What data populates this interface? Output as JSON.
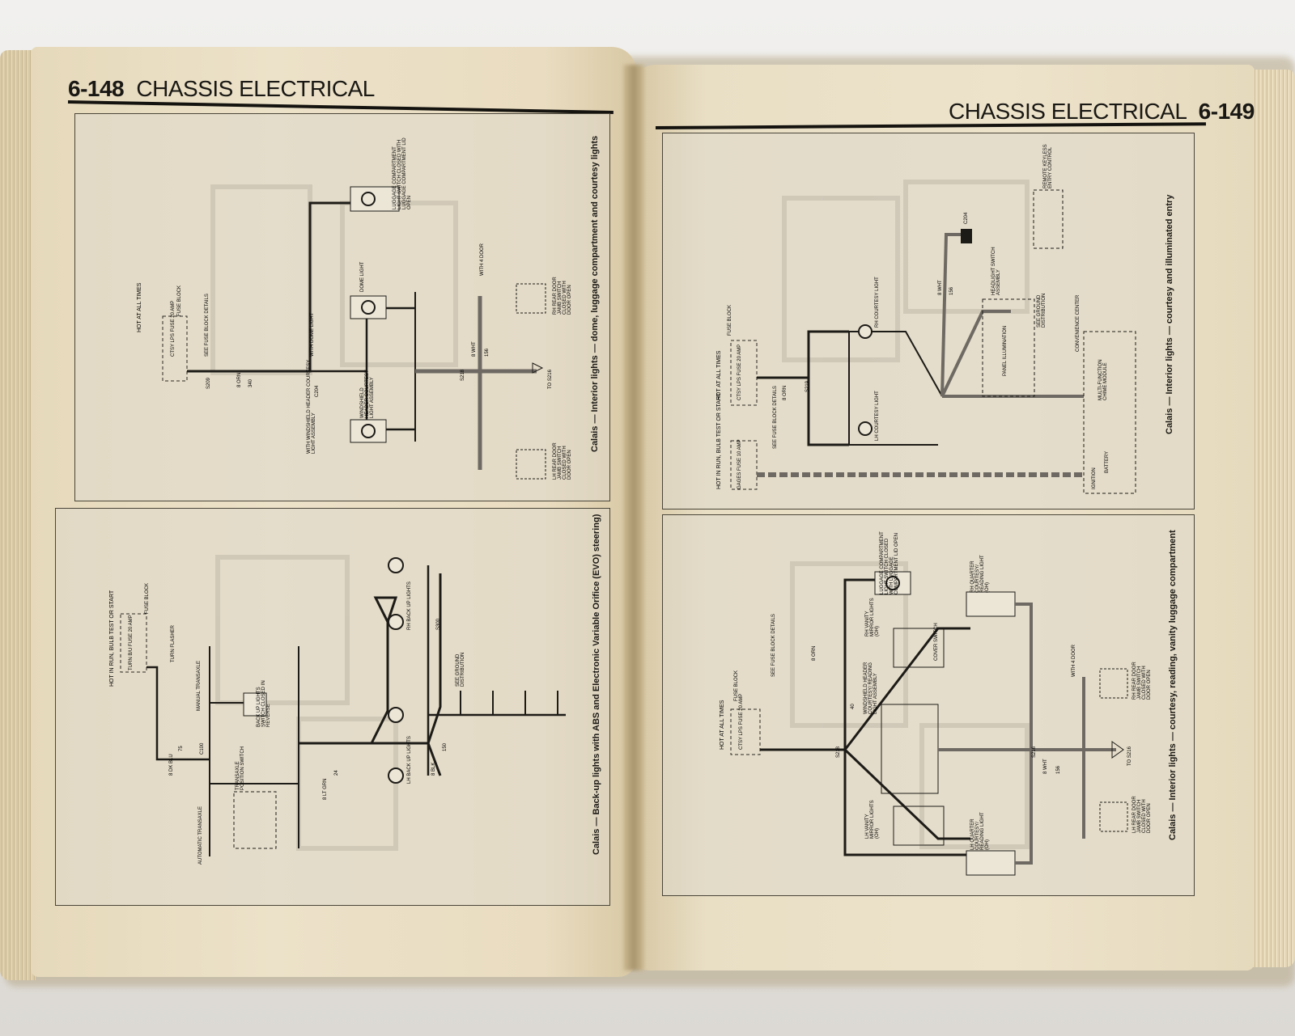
{
  "left_page": {
    "page_number": "6-148",
    "section_title": "CHASSIS ELECTRICAL",
    "diagrams": [
      {
        "caption": "Calais — Interior lights — dome, luggage compartment and courtesy lights",
        "labels": {
          "hot": "HOT AT ALL TIMES",
          "fuse_block": "FUSE BLOCK",
          "fuse": "CTSY LPS FUSE 20 AMP",
          "see_fuse": "SEE FUSE BLOCK DETAILS",
          "luggage": "LUGGAGE COMPARTMENT LIGHT SWITCH CLOSED WITH LUGGAGE COMPARTMENT LID OPEN",
          "dome": "DOME LIGHT",
          "with_dome": "WITH DOME LIGHT",
          "windshield": "WINDSHIELD HEADER COURTESY LIGHT ASSEMBLY",
          "with_windshield": "WITH WINDSHIELD HEADER COURTESY LIGHT ASSEMBLY",
          "rh_rear": "RH REAR DOOR JAMB SWITCH CLOSED WITH DOOR OPEN",
          "lh_rear": "LH REAR DOOR JAMB SWITCH CLOSED WITH DOOR OPEN",
          "with_4_door": "WITH 4 DOOR",
          "to_s216": "TO S216",
          "wire_8_orn": "8 ORN",
          "wire_340": "340",
          "wire_8_wht": "8 WHT",
          "wire_156": "156",
          "c204": "C204",
          "s209": "S209",
          "s218": "S218"
        }
      },
      {
        "caption": "Calais — Back-up lights with ABS and Electronic Variable Orifice (EVO) steering)",
        "labels": {
          "hot": "HOT IN RUN, BULB TEST OR START",
          "fuse_block": "FUSE BLOCK",
          "fuse": "TURN B/U FUSE 20 AMP",
          "turn_flasher": "TURN FLASHER",
          "manual": "MANUAL TRANSAXLE",
          "automatic": "AUTOMATIC TRANSAXLE",
          "backup_switch": "BACK UP LIGHTS SWITCH CLOSED IN REVERSE",
          "transaxle_position": "TRANSAXLE POSITION SWITCH",
          "rh_backup": "RH BACK UP LIGHTS",
          "lh_backup": "LH BACK UP LIGHTS",
          "see_ground": "SEE GROUND DISTRIBUTION",
          "wire_8_dk_blu": "8 DK BLU",
          "wire_75": "75",
          "wire_8_lt_grn": "8 LT GRN",
          "wire_24": "24",
          "wire_8_blk": "8 BLK",
          "wire_150": "150",
          "c100": "C100",
          "s300": "S300"
        }
      }
    ]
  },
  "right_page": {
    "page_number": "6-149",
    "section_title": "CHASSIS ELECTRICAL",
    "diagrams": [
      {
        "caption": "Calais — Interior lights — courtesy and illuminated entry",
        "labels": {
          "hot": "HOT AT ALL TIMES",
          "hot_run": "HOT IN RUN, BULB TEST OR START",
          "fuse_block": "FUSE BLOCK",
          "fuse_ctsy": "CTSY LPS FUSE 20 AMP",
          "fuse_gages": "GAGES FUSE 10 AMP",
          "see_fuse": "SEE FUSE BLOCK DETAILS",
          "rh_courtesy": "RH COURTESY LIGHT",
          "lh_courtesy": "LH COURTESY LIGHT",
          "headlight_switch": "HEADLIGHT SWITCH ASSEMBLY",
          "panel_illum": "PANEL ILLUMINATION",
          "remote": "REMOTE KEYLESS ENTRY CONTROL",
          "convenience": "CONVENIENCE CENTER",
          "multi_function": "MULTI-FUNCTION CHIME MODULE",
          "battery": "BATTERY",
          "ignition": "IGNITION",
          "see_ground": "SEE GROUND DISTRIBUTION",
          "wire_8_orn": "8 ORN",
          "wire_8_wht": "8 WHT",
          "wire_156": "156",
          "s219": "S219",
          "c204": "C204"
        }
      },
      {
        "caption": "Calais — Interior lights — courtesy, reading, vanity luggage compartment",
        "labels": {
          "hot": "HOT AT ALL TIMES",
          "fuse_block": "FUSE BLOCK",
          "fuse": "CTSY LPS FUSE 20 AMP",
          "see_fuse": "SEE FUSE BLOCK DETAILS",
          "luggage": "LUGGAGE COMPARTMENT LIGHT SWITCH CLOSED WITH LUGGAGE COMPARTMENT LID OPEN",
          "rh_quarter": "RH QUARTER COURTESY/ READING LIGHT (OH)",
          "lh_quarter": "LH QUARTER COURTESY/ READING LIGHT (OH)",
          "rh_vanity": "RH VANITY MIRROR LIGHTS (OH)",
          "lh_vanity": "LH VANITY MIRROR LIGHTS (OH)",
          "windshield": "WINDSHIELD HEADER COURTESY/ READING LIGHT ASSEMBLY",
          "cover_switch": "COVER SWITCH",
          "rh_rear": "RH REAR DOOR JAMB SWITCH CLOSED WITH DOOR OPEN",
          "lh_rear": "LH REAR DOOR JAMB SWITCH CLOSED WITH DOOR OPEN",
          "with_4_door": "WITH 4 DOOR",
          "to_s216": "TO S216",
          "wire_8_orn": "8 ORN",
          "wire_40": "40",
          "wire_8_wht": "8 WHT",
          "wire_156": "156",
          "s218": "S218",
          "s216": "S216"
        }
      }
    ]
  }
}
